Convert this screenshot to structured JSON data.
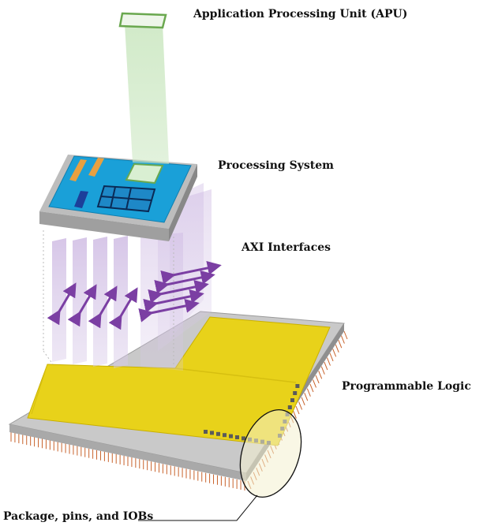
{
  "labels": {
    "apu": "Application Processing Unit (APU)",
    "processing_system": "Processing System",
    "axi_interfaces": "AXI Interfaces",
    "programmable_logic": "Programmable Logic",
    "package": "Package, pins, and IOBs"
  },
  "colors": {
    "apu_green": "#6aa84f",
    "ps_blue": "#1aa0d8",
    "pl_yellow": "#e8d21a",
    "axi_purple": "#7b3fa3",
    "chip_gray": "#b8b8b8",
    "pin_orange": "#c8622b"
  }
}
